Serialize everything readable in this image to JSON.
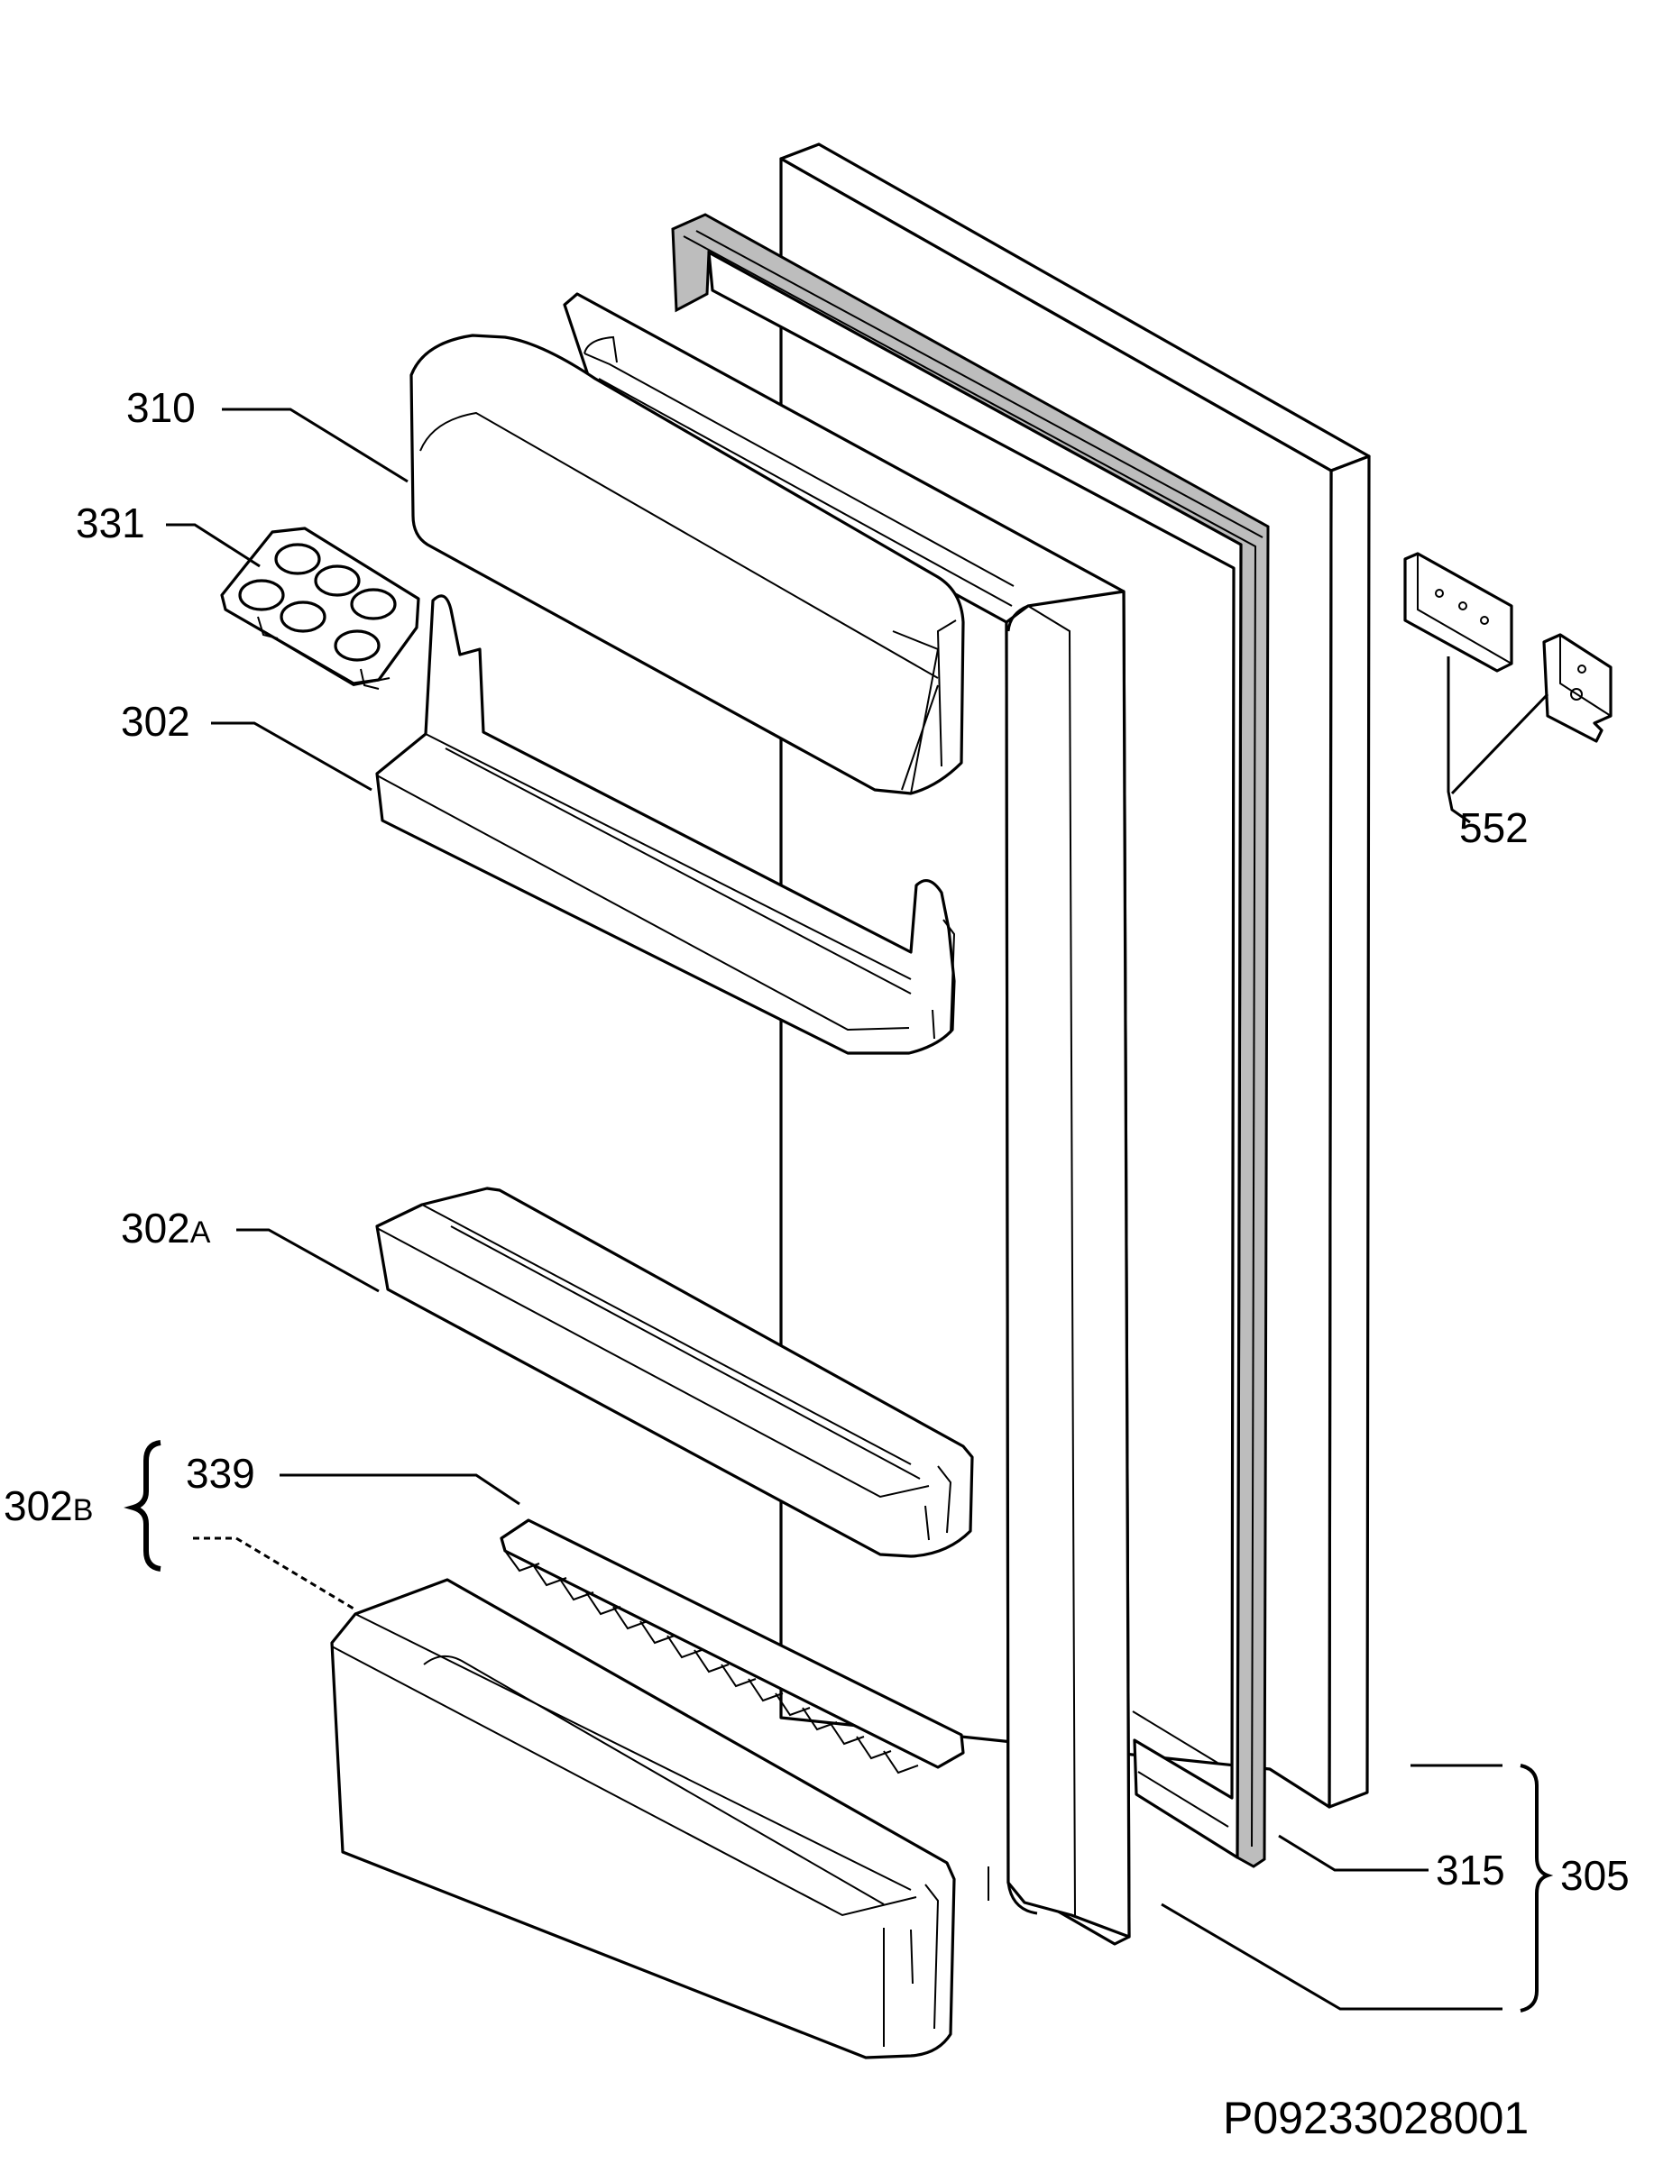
{
  "colors": {
    "line": "#000000",
    "background": "#ffffff",
    "gasket_fill": "#bdbdbd"
  },
  "labels": {
    "p310": "310",
    "p331": "331",
    "p302": "302",
    "p302A_num": "302",
    "p302A_suffix": "A",
    "p302B_num": "302",
    "p302B_suffix": "B",
    "p339": "339",
    "p552": "552",
    "p315": "315",
    "p305": "305"
  },
  "drawing_code": "P09233028001"
}
